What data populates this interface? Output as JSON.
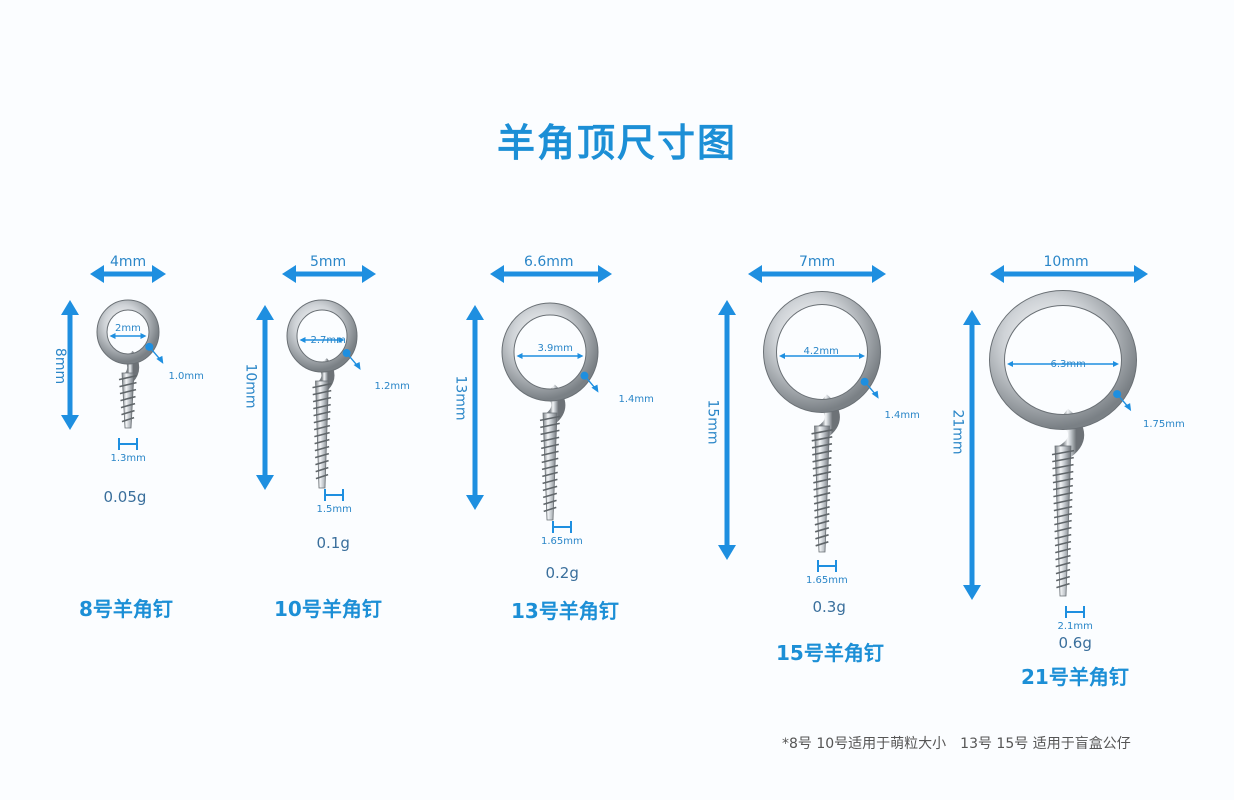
{
  "title": "羊角顶尺寸图",
  "accent_color": "#1c8fd6",
  "metal_color": "#c7ccd1",
  "products": [
    {
      "name": "8号羊角钉",
      "width": "4mm",
      "height": "8mm",
      "inner_diameter": "2mm",
      "wire": "1.0mm",
      "shank": "1.3mm",
      "weight": "0.05g"
    },
    {
      "name": "10号羊角钉",
      "width": "5mm",
      "height": "10mm",
      "inner_diameter": "2.7mm",
      "wire": "1.2mm",
      "shank": "1.5mm",
      "weight": "0.1g"
    },
    {
      "name": "13号羊角钉",
      "width": "6.6mm",
      "height": "13mm",
      "inner_diameter": "3.9mm",
      "wire": "1.4mm",
      "shank": "1.65mm",
      "weight": "0.2g"
    },
    {
      "name": "15号羊角钉",
      "width": "7mm",
      "height": "15mm",
      "inner_diameter": "4.2mm",
      "wire": "1.4mm",
      "shank": "1.65mm",
      "weight": "0.3g"
    },
    {
      "name": "21号羊角钉",
      "width": "10mm",
      "height": "21mm",
      "inner_diameter": "6.3mm",
      "wire": "1.75mm",
      "shank": "2.1mm",
      "weight": "0.6g"
    }
  ],
  "footnote": "*8号 10号适用于萌粒大小　13号 15号 适用于盲盒公仔"
}
